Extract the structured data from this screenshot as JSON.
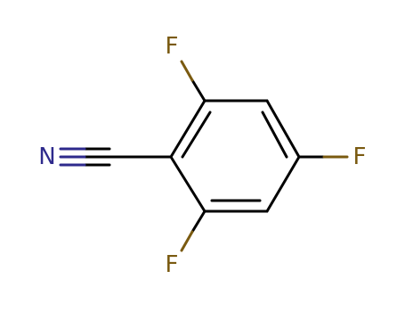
{
  "colors": {
    "background": "#ffffff",
    "bond": "#000000",
    "fluorine": "#7a5a10",
    "nitrogen": "#2e2a8c"
  },
  "atoms": {
    "f_top": "F",
    "f_right": "F",
    "f_bottom": "F",
    "n_left": "N"
  }
}
